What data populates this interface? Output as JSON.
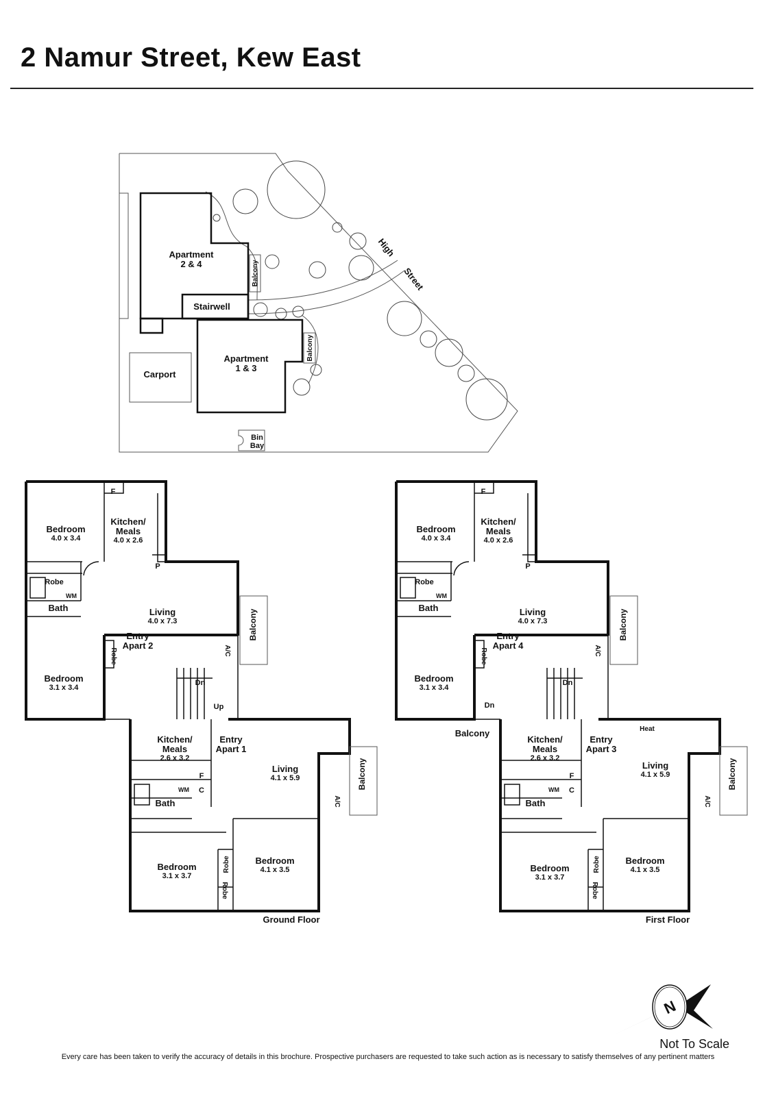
{
  "title": "2 Namur Street, Kew East",
  "site": {
    "apartment_24": [
      "Apartment",
      "2 & 4"
    ],
    "apartment_13": [
      "Apartment",
      "1 & 3"
    ],
    "stairwell": "Stairwell",
    "carport": "Carport",
    "balcony": "Balcony",
    "bin_bay": [
      "Bin",
      "Bay"
    ],
    "street": [
      "High",
      "Street"
    ]
  },
  "ground_floor": {
    "label": "Ground Floor",
    "upper_entry": [
      "Entry",
      "Apart 2"
    ],
    "lower_entry": [
      "Entry",
      "Apart 1"
    ],
    "stairs": [
      "Dn",
      "Up"
    ]
  },
  "first_floor": {
    "label": "First Floor",
    "upper_entry": [
      "Entry",
      "Apart 4"
    ],
    "lower_entry": [
      "Entry",
      "Apart 3"
    ],
    "stairs": [
      "Dn",
      "Dn"
    ],
    "balcony_left": "Balcony",
    "heat": "Heat"
  },
  "rooms": {
    "bedroom1": [
      "Bedroom",
      "4.0 x 3.4"
    ],
    "kitchen1": [
      "Kitchen/",
      "Meals",
      "4.0 x 2.6"
    ],
    "living1": [
      "Living",
      "4.0 x 7.3"
    ],
    "bedroom2": [
      "Bedroom",
      "3.1 x 3.4"
    ],
    "kitchen2": [
      "Kitchen/",
      "Meals",
      "2.6 x 3.2"
    ],
    "living2": [
      "Living",
      "4.1 x 5.9"
    ],
    "bedroom3": [
      "Bedroom",
      "3.1 x 3.7"
    ],
    "bedroom4": [
      "Bedroom",
      "4.1 x 3.5"
    ],
    "robe": "Robe",
    "bath": "Bath",
    "wm": "WM",
    "fridge": "F",
    "pantry": "P",
    "cupboard": "C",
    "ac": "A/C",
    "balcony": "Balcony"
  },
  "compass": "N",
  "scale_note": "Not To Scale",
  "disclaimer": "Every care has been taken to verify the accuracy of details in this brochure. Prospective purchasers are requested to take such action as is necessary to satisfy themselves of any pertinent matters"
}
